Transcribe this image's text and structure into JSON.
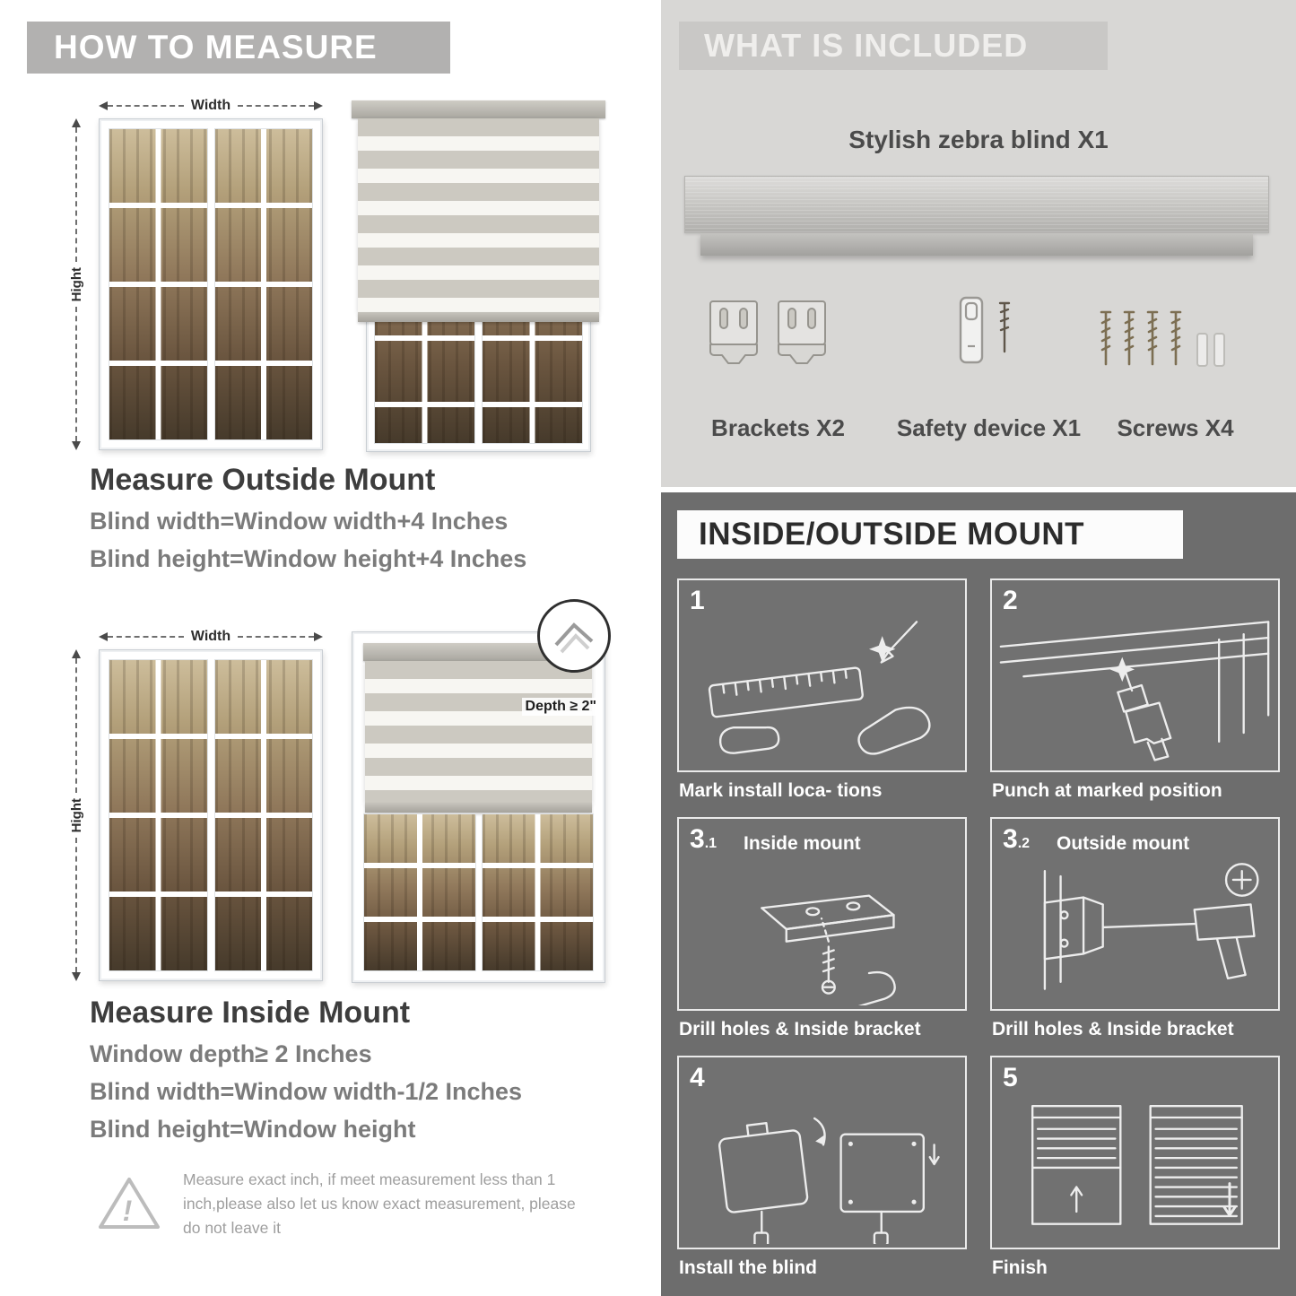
{
  "colors": {
    "panel_light": "#d8d7d5",
    "panel_dark": "#6d6d6d",
    "header_bar": "#b2b1b0",
    "text_dark": "#3d3d3d",
    "text_gray": "#7b7b7b"
  },
  "measure": {
    "header": "HOW TO MEASURE",
    "width_label": "Width",
    "height_label": "Hight",
    "outside": {
      "title": "Measure Outside Mount",
      "lines": [
        "Blind width=Window width+4 Inches",
        "Blind height=Window height+4 Inches"
      ]
    },
    "inside": {
      "depth_callout": "Depth ≥ 2\"",
      "title": "Measure Inside Mount",
      "lines": [
        "Window depth≥ 2 Inches",
        "Blind width=Window width-1/2 Inches",
        "Blind height=Window height"
      ]
    },
    "warning_mark": "!",
    "warning_text": "Measure exact inch, if meet measurement less than 1 inch,please also let us know exact measurement, please do not leave it"
  },
  "included": {
    "header": "WHAT IS INCLUDED",
    "product_label": "Stylish zebra blind X1",
    "items": [
      {
        "label": "Brackets X2"
      },
      {
        "label": "Safety device X1"
      },
      {
        "label": "Screws X4"
      }
    ]
  },
  "mount": {
    "header": "INSIDE/OUTSIDE MOUNT",
    "steps": [
      {
        "num": "1",
        "caption": "Mark install loca- tions"
      },
      {
        "num": "2",
        "caption": "Punch at  marked position"
      },
      {
        "num": "3",
        "sub": ".1",
        "title": "Inside mount",
        "caption": "Drill holes &  Inside bracket"
      },
      {
        "num": "3",
        "sub": ".2",
        "title": "Outside mount",
        "caption": "Drill holes &  Inside bracket"
      },
      {
        "num": "4",
        "caption": "Install the blind"
      },
      {
        "num": "5",
        "caption": "Finish"
      }
    ]
  }
}
